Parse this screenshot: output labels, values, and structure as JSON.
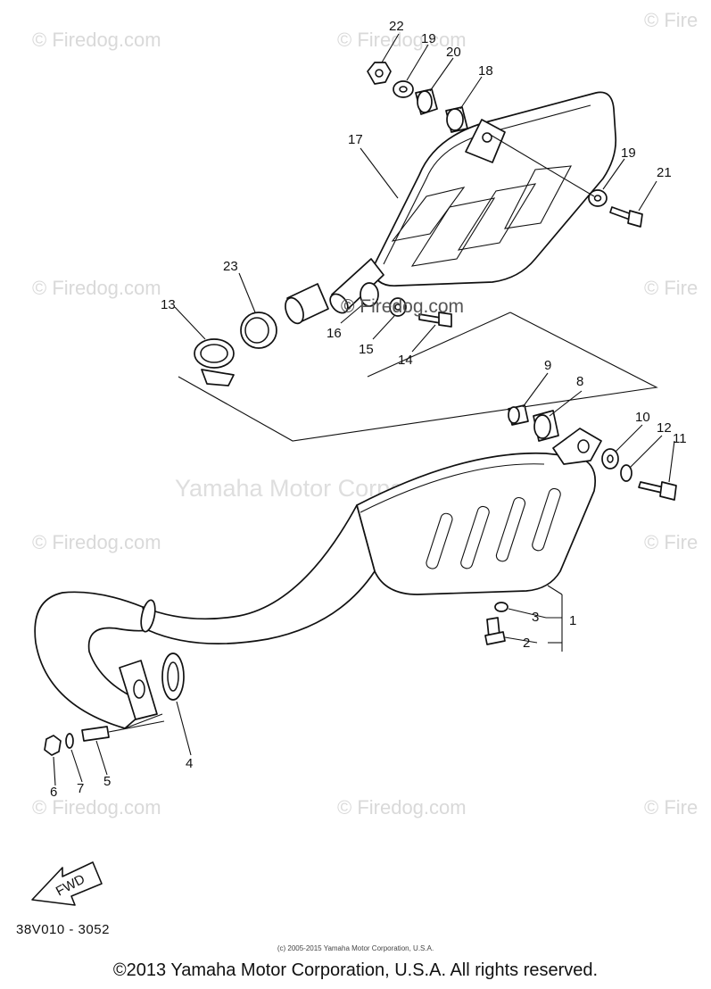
{
  "watermark": {
    "site": "© Firedog.com",
    "site_short": "© Fire",
    "center": "© Firedog.com",
    "brand": "Yamaha Motor Corporation, U.S.A."
  },
  "callouts": [
    "1",
    "2",
    "3",
    "4",
    "5",
    "6",
    "7",
    "8",
    "9",
    "10",
    "11",
    "12",
    "13",
    "14",
    "15",
    "16",
    "17",
    "18",
    "19",
    "20",
    "21",
    "22",
    "23"
  ],
  "fwd_label": "FWD",
  "diagram_code": "38V010 - 3052",
  "small_copyright": "(c) 2005-2015 Yamaha Motor Corporation, U.S.A.",
  "copyright": "©2013 Yamaha Motor Corporation, U.S.A. All rights reserved."
}
